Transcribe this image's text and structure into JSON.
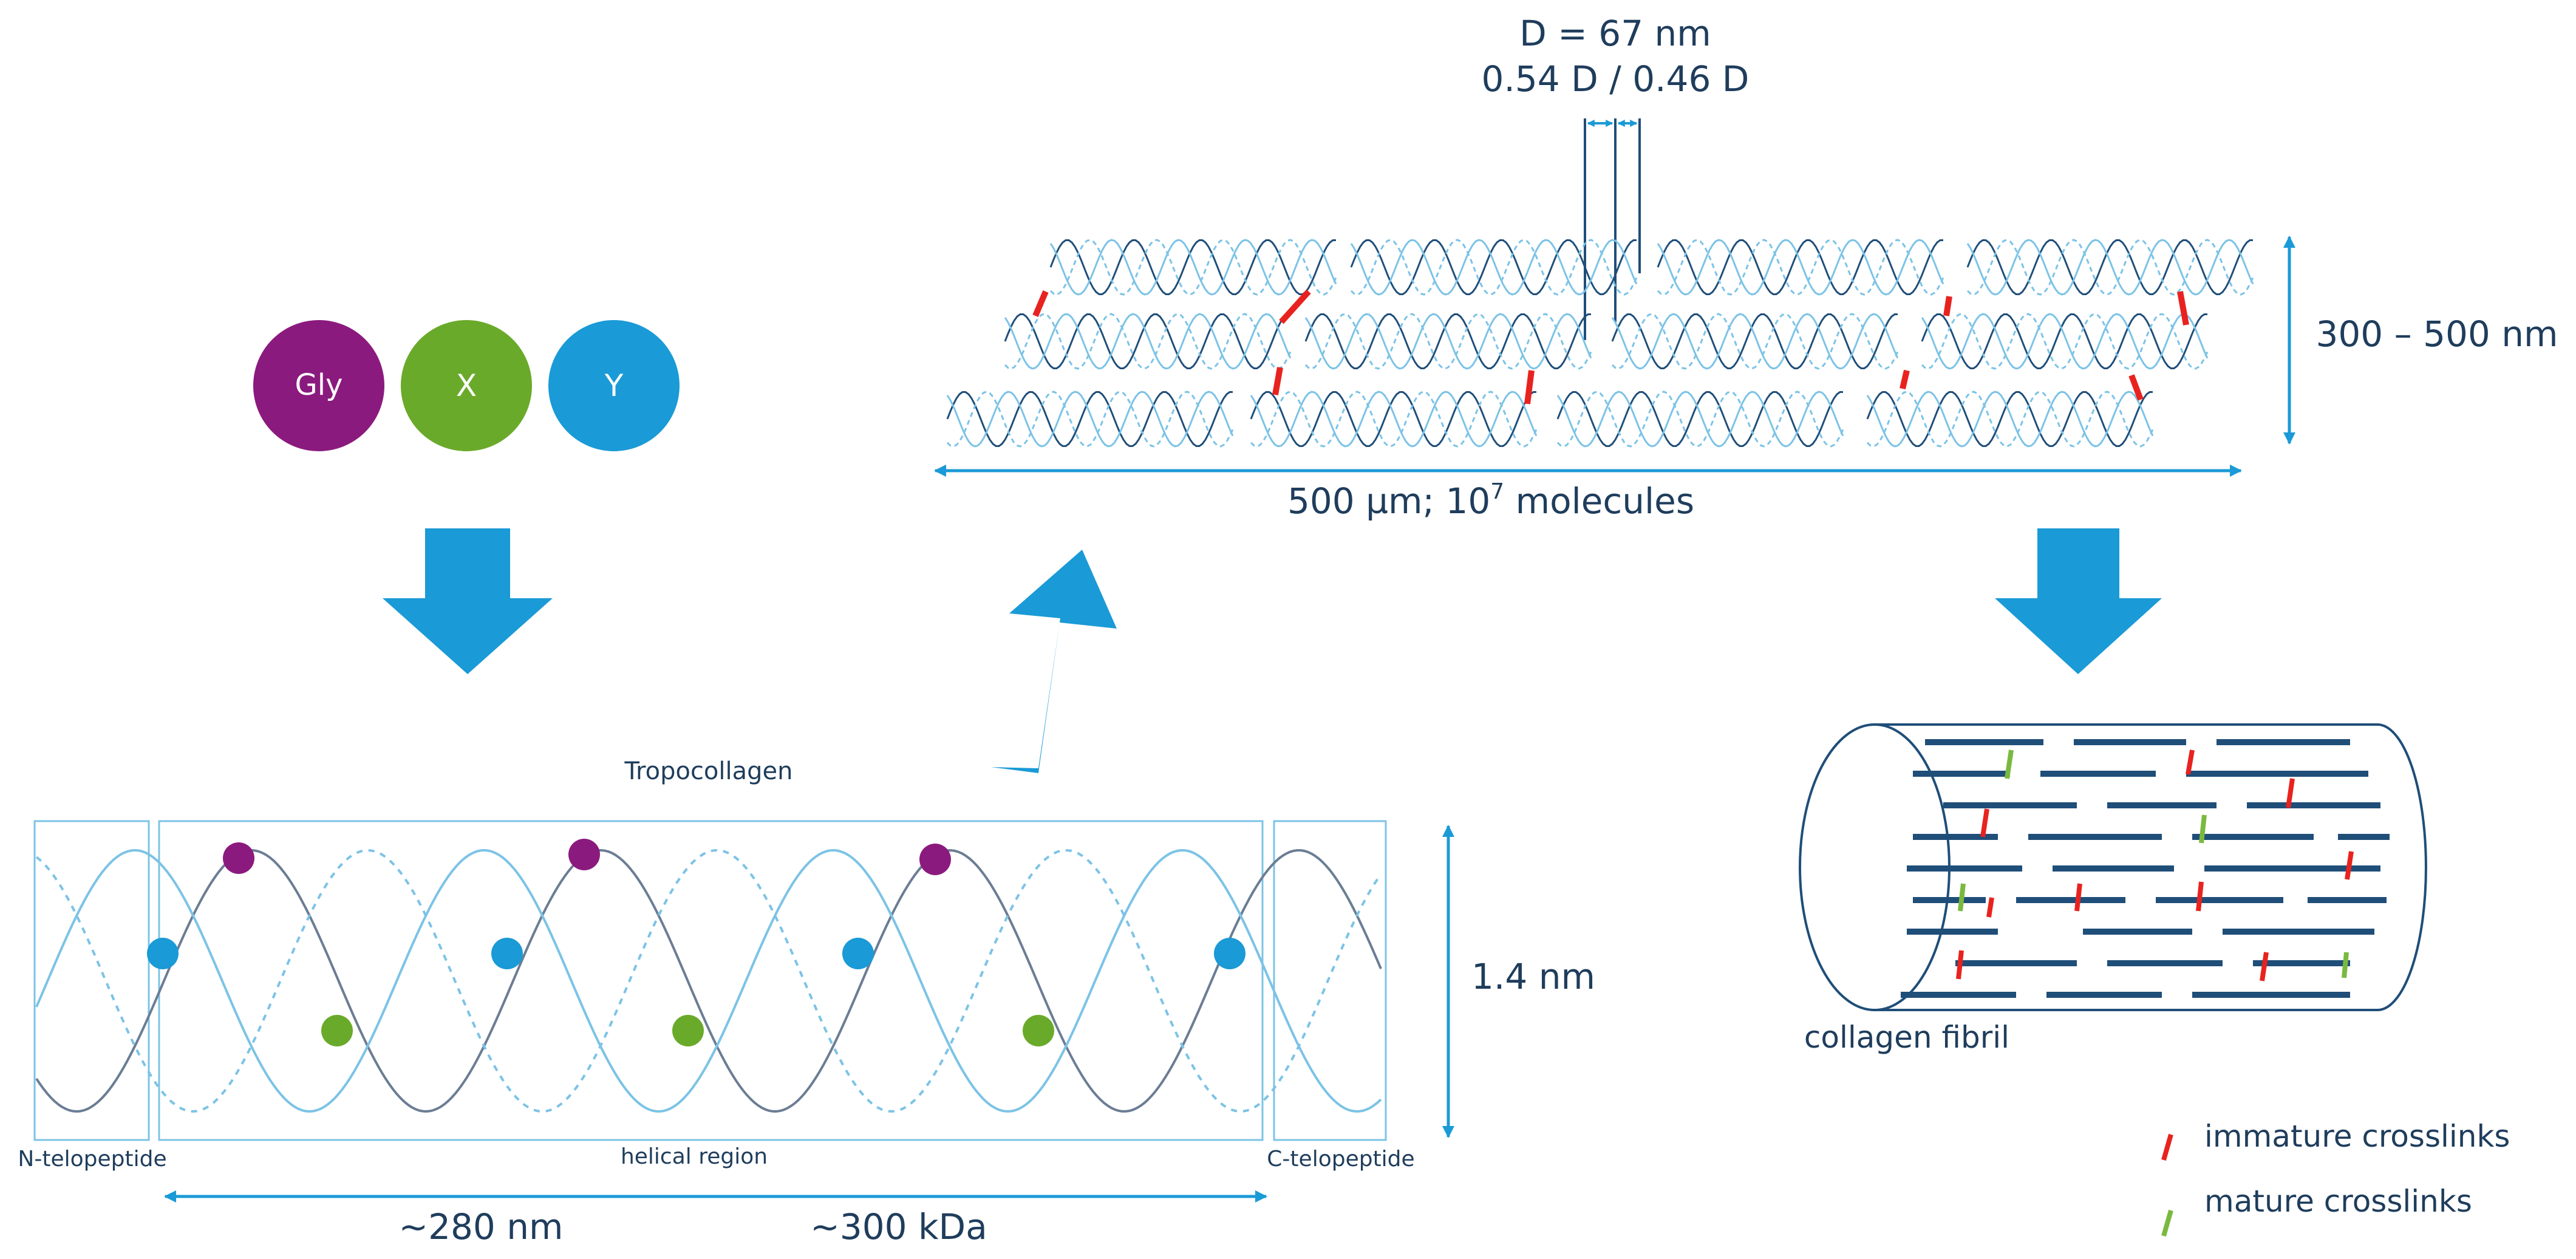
{
  "colors": {
    "gly": "#8b1a7e",
    "x": "#6aaa2a",
    "y": "#1a9ad6",
    "arrow": "#1a9ad6",
    "dim": "#1a9ad6",
    "navy": "#1f4e79",
    "text": "#1f3d5c",
    "helix_dark": "#6b7d94",
    "helix_light": "#7cc3e6",
    "immature": "#e8231f",
    "mature": "#7ab940"
  },
  "amino_acids": {
    "gly": "Gly",
    "x": "X",
    "y": "Y"
  },
  "tropocollagen": {
    "title": "Tropocollagen",
    "n_telopeptide": "N-telopeptide",
    "helical_region": "helical region",
    "c_telopeptide": "C-telopeptide",
    "length": "~280 nm",
    "mass": "~300 kDa",
    "diameter": "1.4 nm"
  },
  "microfibril": {
    "period": "D = 67 nm",
    "ratio": "0.54 D / 0.46 D",
    "length_prefix": "500 µm; 10",
    "length_exp": "7",
    "length_suffix": " molecules",
    "height": "300 – 500 nm"
  },
  "fibril": {
    "label": "collagen fibril"
  },
  "legend": {
    "immature": "immature crosslinks",
    "mature": "mature crosslinks"
  }
}
